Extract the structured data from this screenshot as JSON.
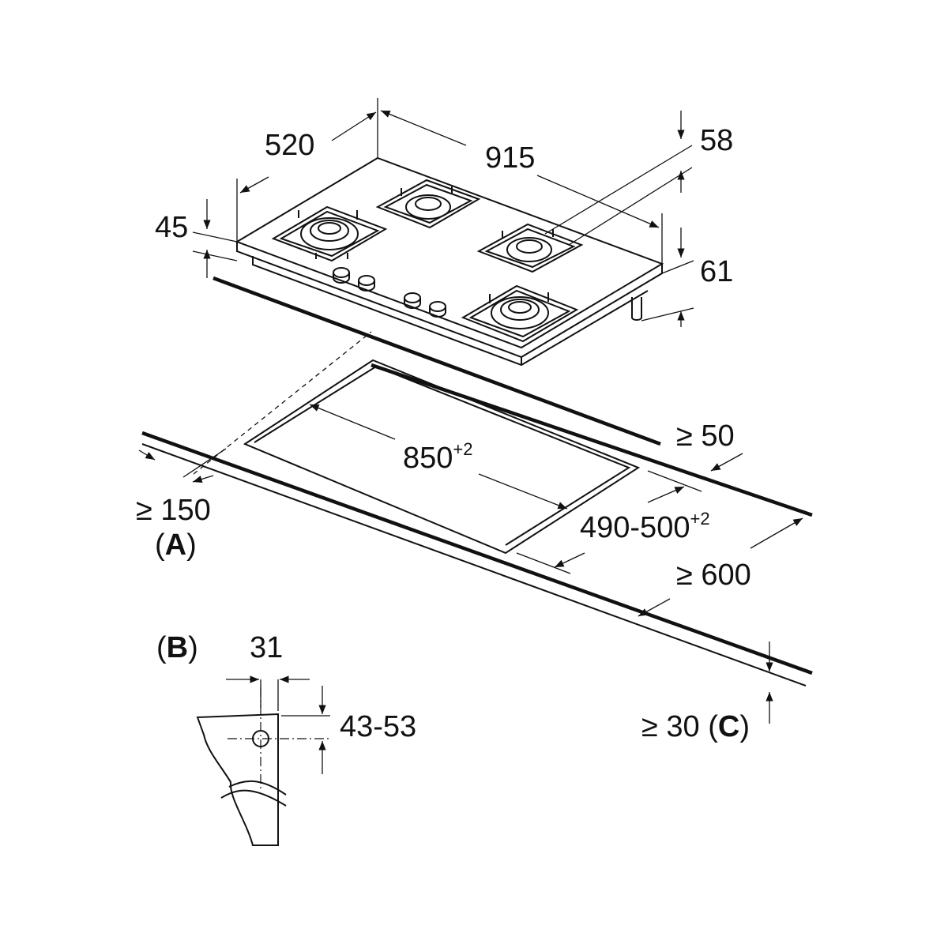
{
  "dimensions": {
    "depth": "520",
    "width": "915",
    "top_clearance": "58",
    "glass_thickness": "45",
    "leg_height": "61",
    "cutout_width": "850",
    "cutout_width_tol": "+2",
    "cutout_depth": "490-500",
    "cutout_depth_tol": "+2",
    "rear_clearance": "≥ 50",
    "side_clearance": "≥ 150",
    "worktop_depth": "≥ 600",
    "worktop_thickness": "≥ 30",
    "bracket_width": "31",
    "bracket_range": "43-53"
  },
  "labels": {
    "a_open": "(",
    "a_letter": "A",
    "a_close": ")",
    "b_open": "(",
    "b_letter": "B",
    "b_close": ")",
    "c_open": "(",
    "c_letter": "C",
    "c_close": ")"
  }
}
